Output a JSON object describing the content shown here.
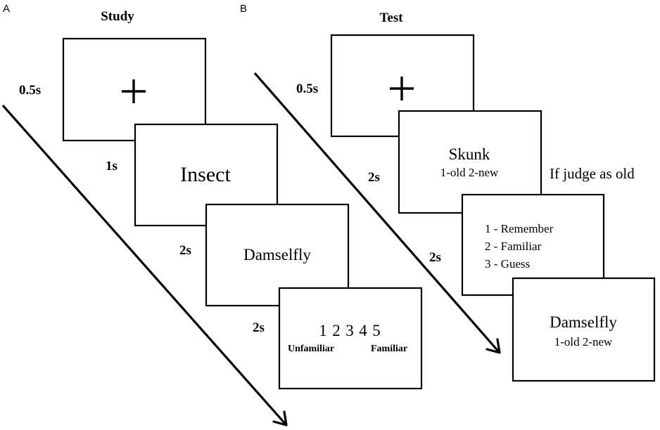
{
  "panels": {
    "a": {
      "letter": "A",
      "heading": "Study",
      "durations": [
        "0.5s",
        "1s",
        "2s",
        "2s"
      ],
      "screens": {
        "fixation": "+",
        "category": "Insect",
        "word": "Damselfly",
        "scale_numbers": [
          "1",
          "2",
          "3",
          "4",
          "5"
        ],
        "scale_low": "Unfamiliar",
        "scale_high": "Familiar"
      }
    },
    "b": {
      "letter": "B",
      "heading": "Test",
      "durations": [
        "0.5s",
        "2s",
        "2s"
      ],
      "screens": {
        "fixation": "+",
        "probe_word": "Skunk",
        "probe_choices": "1-old 2-new",
        "rk_options": [
          "1 - Remember",
          "2 - Familiar",
          "3 - Guess"
        ],
        "final_word": "Damselfly",
        "final_choices": "1-old 2-new"
      },
      "condition_note": "If judge as old"
    }
  }
}
